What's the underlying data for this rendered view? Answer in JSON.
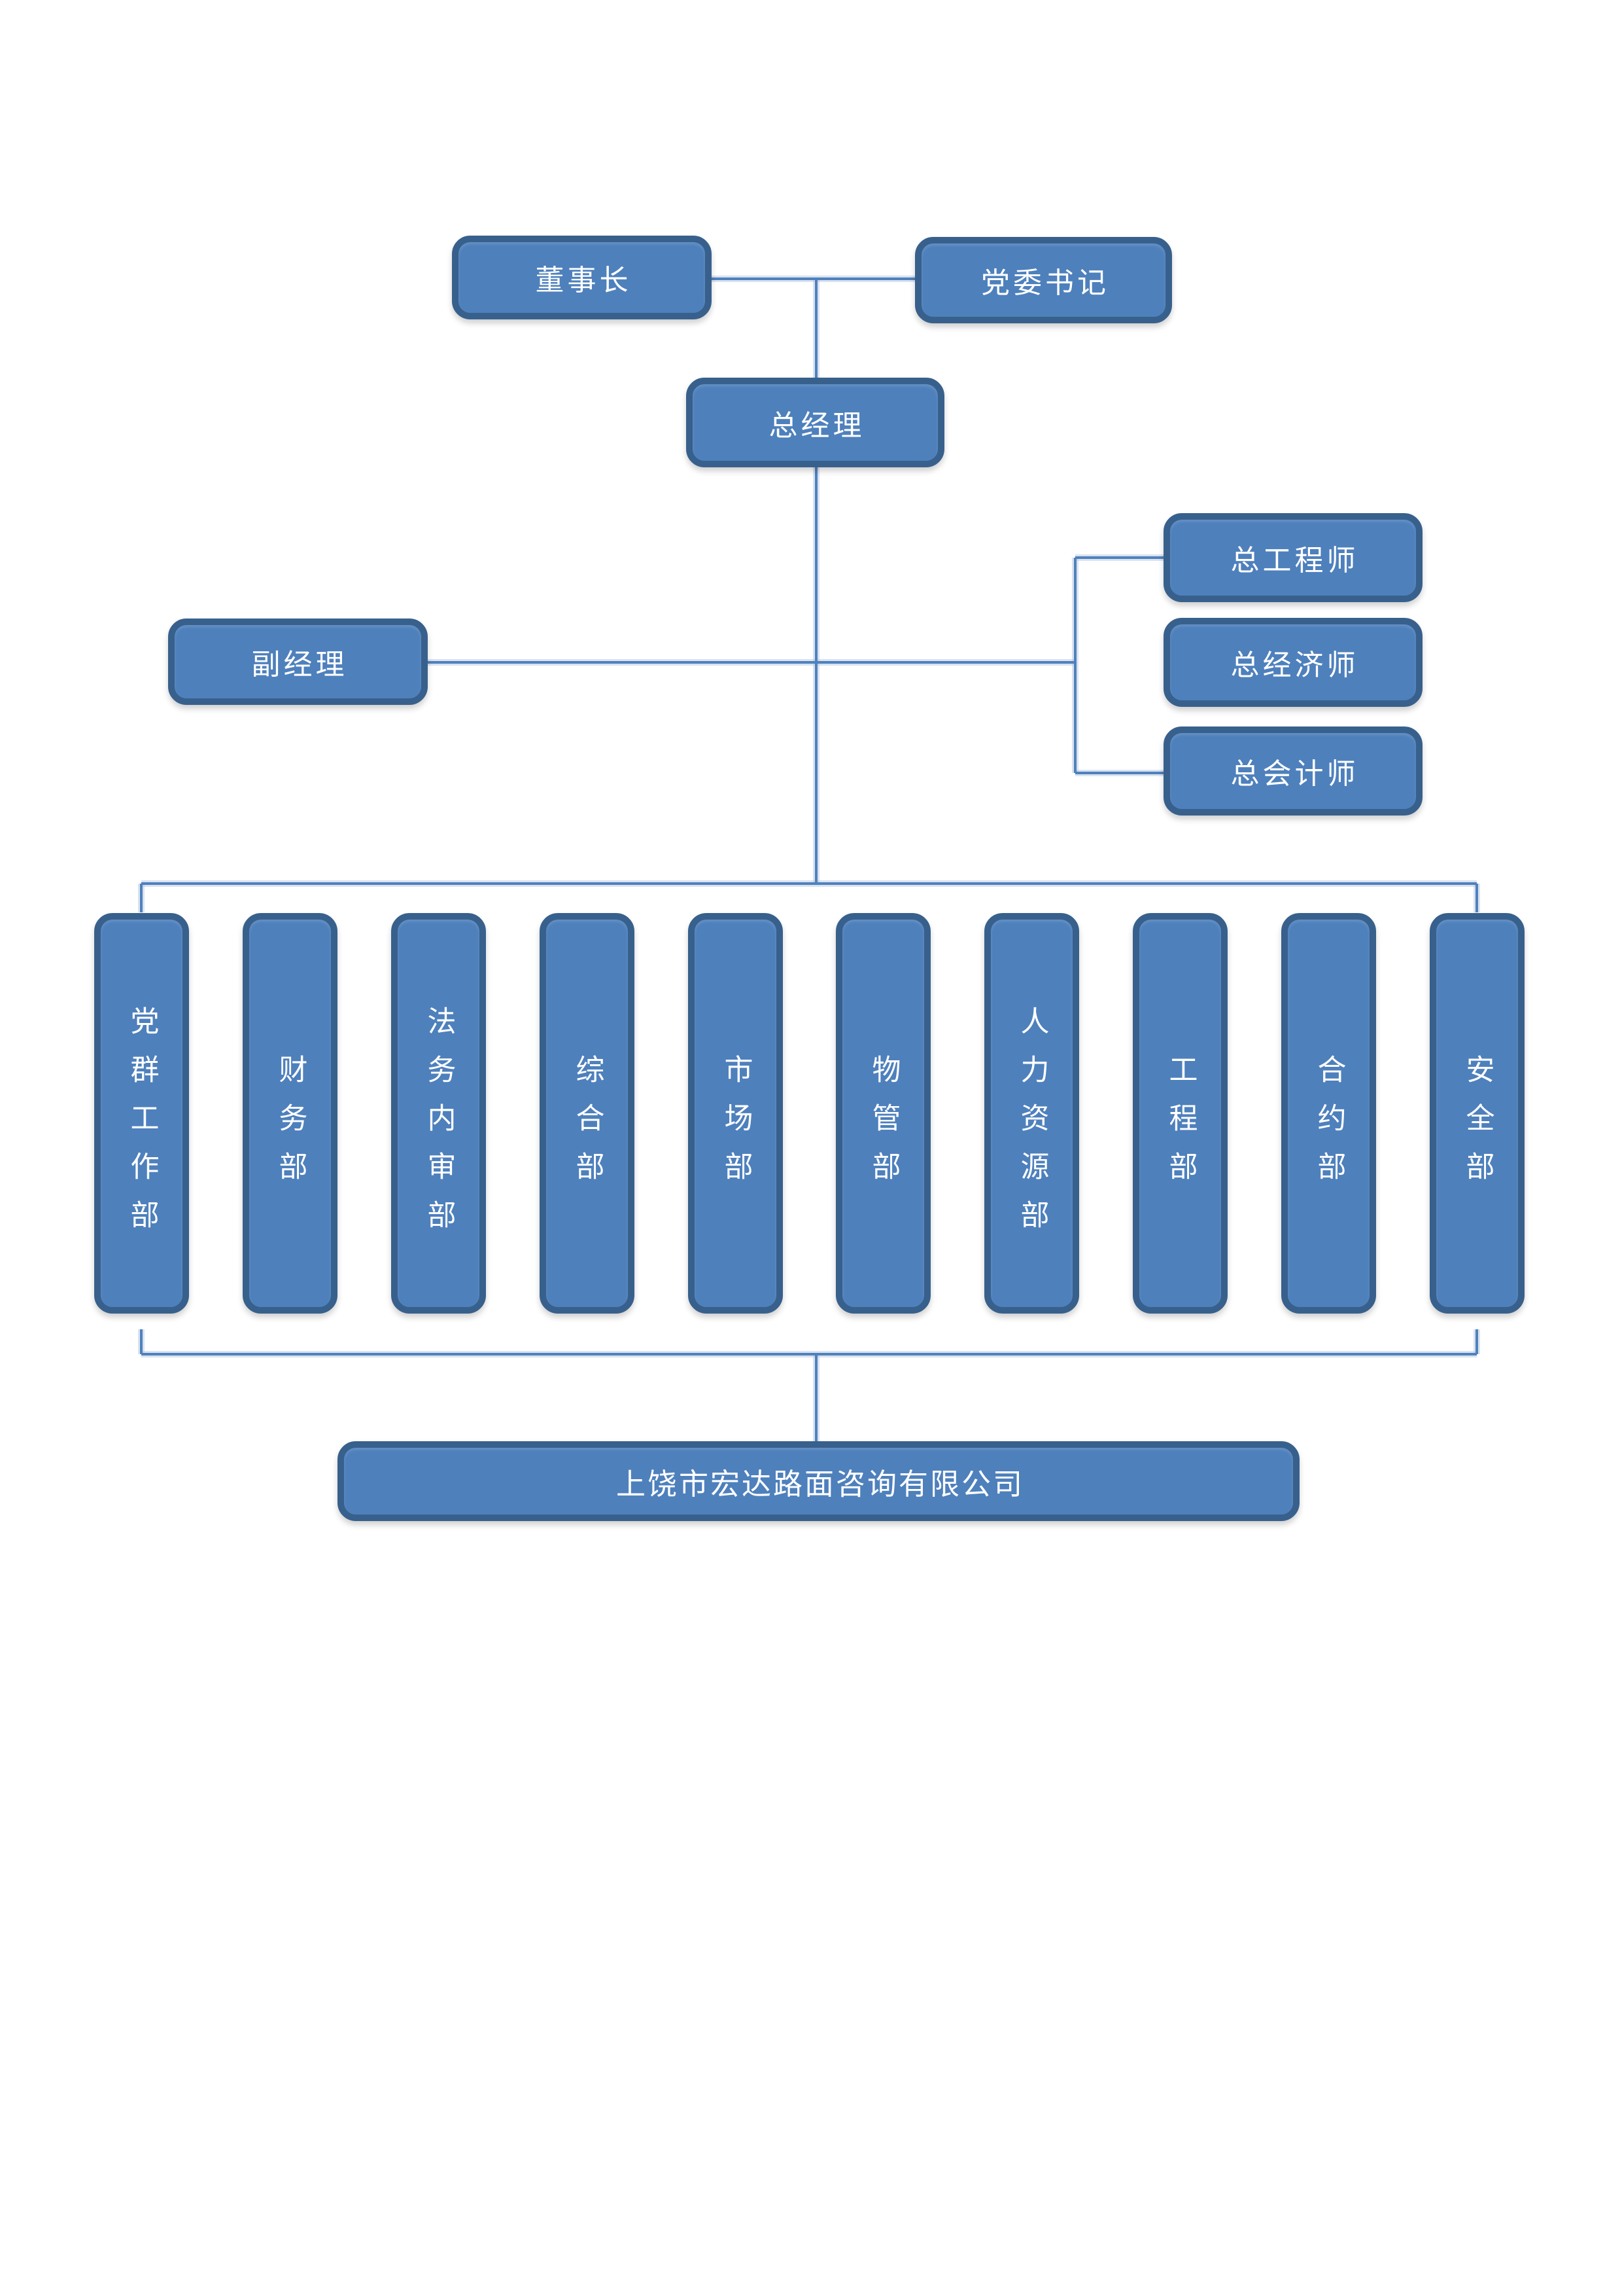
{
  "colors": {
    "node_fill": "#4e80bc",
    "node_border": "#38608c",
    "connector": "#4f81bd",
    "text": "#ffffff",
    "page_background": "#ffffff"
  },
  "org_chart": {
    "chairman": "董事长",
    "party_secretary": "党委书记",
    "general_manager": "总经理",
    "deputy_manager": "副经理",
    "chief_engineer": "总工程师",
    "chief_economist": "总经济师",
    "chief_accountant": "总会计师",
    "departments": [
      "党群工作部",
      "财务部",
      "法务内审部",
      "综合部",
      "市场部",
      "物管部",
      "人力资源部",
      "工程部",
      "合约部",
      "安全部"
    ],
    "company": "上饶市宏达路面咨询有限公司"
  }
}
